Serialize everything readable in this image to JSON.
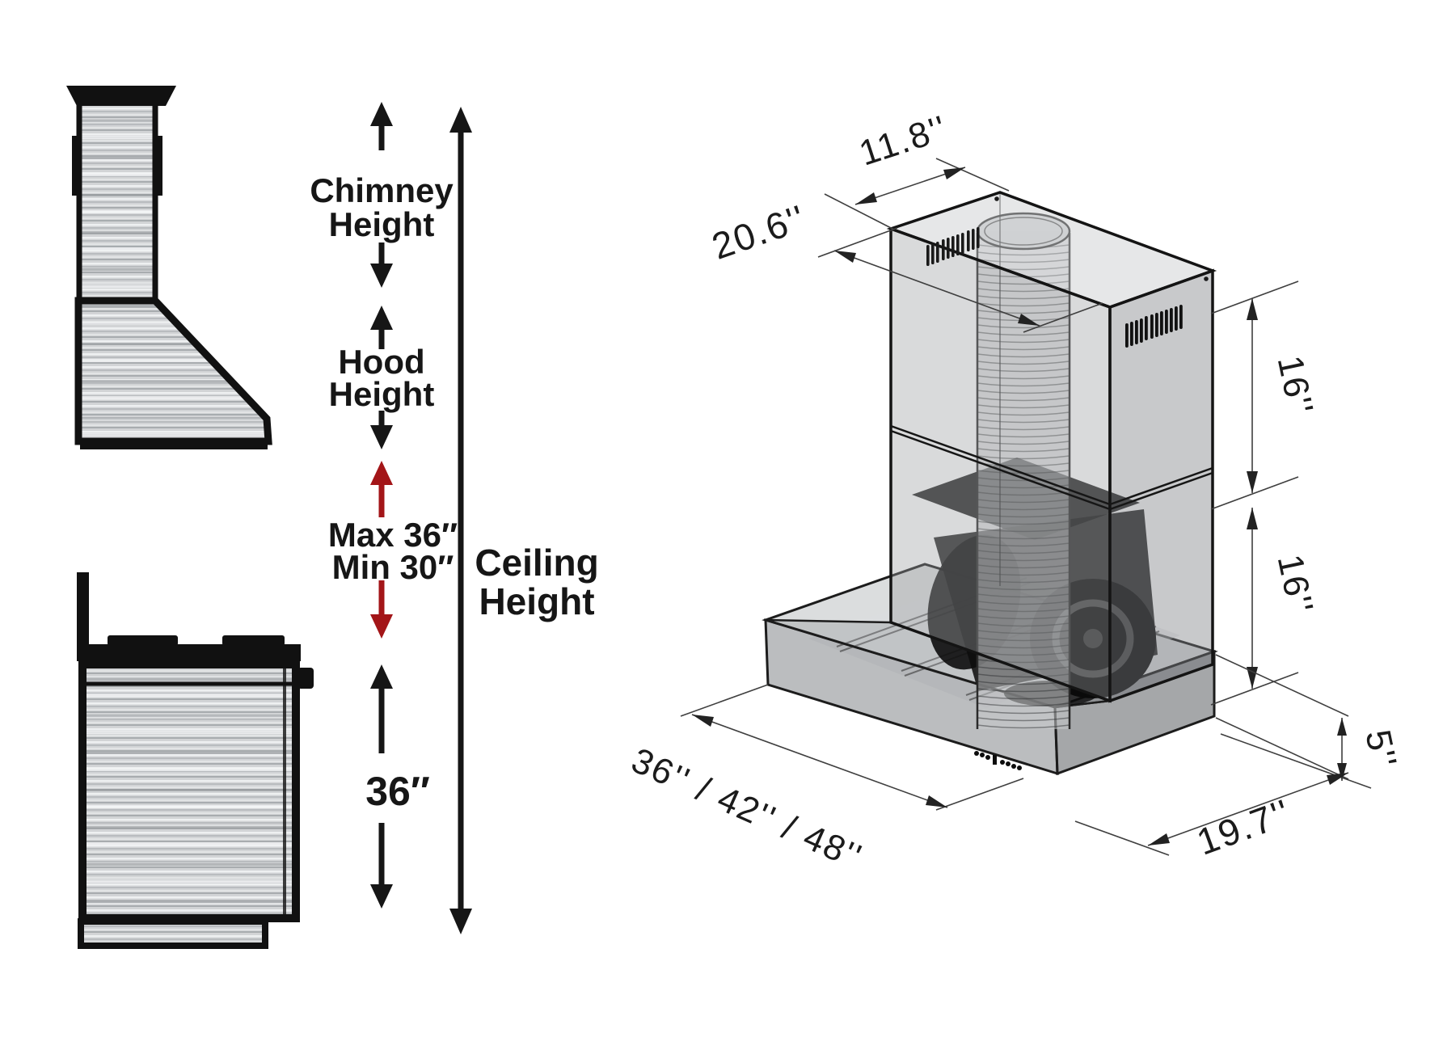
{
  "colors": {
    "red": "#a31518",
    "ink": "#161616"
  },
  "left": {
    "chimney_l1": "Chimney",
    "chimney_l2": "Height",
    "hood_l1": "Hood",
    "hood_l2": "Height",
    "max": "Max 36″",
    "min": "Min 30″",
    "hood_to_range": "36″",
    "ceiling_l1": "Ceiling",
    "ceiling_l2": "Height"
  },
  "right": {
    "chimney_depth": "11.8''",
    "chimney_width": "20.6''",
    "upper_chimney": "16''",
    "lower_chimney": "16''",
    "base_height": "5''",
    "widths": "36'' / 42'' / 48''",
    "depth": "19.7''"
  }
}
